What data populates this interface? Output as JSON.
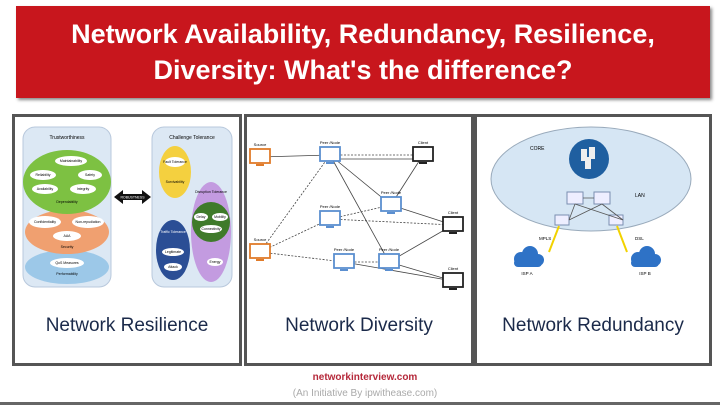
{
  "title": "Network Availability, Redundancy, Resilience, Diversity: What's the difference?",
  "panels": {
    "resilience": {
      "caption": "Network Resilience",
      "left_title": "Trustworthiness",
      "right_title": "Challenge Tolerance",
      "arrow_label": "ROBUSTNESS",
      "dependability": [
        "Maintainability",
        "Reliability",
        "Safety",
        "Availability",
        "Integrity"
      ],
      "dependability_label": "Dependability",
      "security": [
        "Confidentiality",
        "Non-repudiation",
        "AAA"
      ],
      "security_label": "Security",
      "performability": [
        "QoS Measures"
      ],
      "performability_label": "Performability",
      "survivability": [
        "Fault Tolerance"
      ],
      "survivability_label": "Survivability",
      "disruption_label": "Disruption Tolerance",
      "disruption": [
        "Delay",
        "Mobility",
        "Connectivity",
        "Energy"
      ],
      "traffic_label": "Traffic Tolerance",
      "traffic": [
        "Legitimate",
        "Attack"
      ]
    },
    "diversity": {
      "caption": "Network Diversity",
      "source": "Source",
      "peer": "Peer /Node",
      "client": "Client"
    },
    "redundancy": {
      "caption": "Network Redundancy",
      "core": "CORE",
      "lan": "LAN",
      "mpls": "MPLS",
      "dsl": "DSL",
      "isp_a": "ISP A",
      "isp_b": "ISP B"
    }
  },
  "footer": {
    "site": "networkinterview.com",
    "initiative": "(An Initiative By ipwithease.com)"
  },
  "watermark": "ipwithease.com"
}
